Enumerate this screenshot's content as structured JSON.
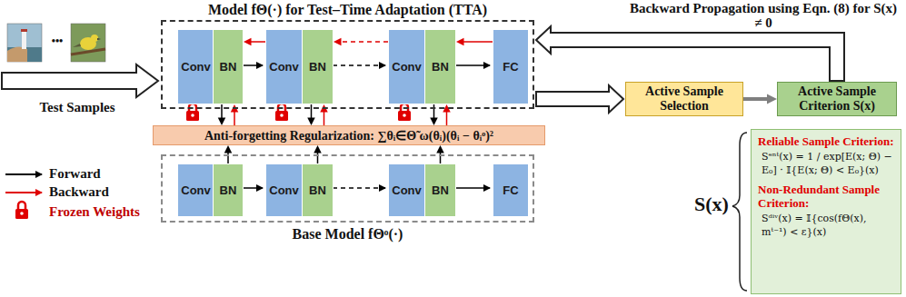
{
  "diagram": {
    "nodes": [
      {
        "text": [
          "Model fΘ(·) for Test–Time Adaptation (TTA)"
        ]
      },
      {
        "text": [
          "Conv"
        ],
        "in": 0
      },
      {
        "text": [
          "BN"
        ],
        "in": 0
      },
      {
        "text": [
          "Conv"
        ],
        "in": 0
      },
      {
        "text": [
          "BN"
        ],
        "in": 0
      },
      {
        "text": [
          "Conv"
        ],
        "in": 0
      },
      {
        "text": [
          "BN"
        ],
        "in": 0
      },
      {
        "text": [
          "FC"
        ],
        "in": 0
      },
      {
        "text": [
          "Anti-forgetting Regularization: ∑θᵢ∈Θ̃ ω(θᵢ)(θᵢ − θᵢᵒ)²"
        ]
      },
      {
        "text": [
          "Base Model fΘᵒ(·)"
        ]
      },
      {
        "text": [
          "Conv"
        ],
        "in": 9
      },
      {
        "text": [
          "BN"
        ],
        "in": 9
      },
      {
        "text": [
          "Conv"
        ],
        "in": 9
      },
      {
        "text": [
          "BN"
        ],
        "in": 9
      },
      {
        "text": [
          "Conv"
        ],
        "in": 9
      },
      {
        "text": [
          "BN"
        ],
        "in": 9
      },
      {
        "text": [
          "FC"
        ],
        "in": 9
      },
      {
        "text": [
          "Active Sample Selection"
        ]
      },
      {
        "text": [
          "Active Sample Criterion S(x)"
        ]
      },
      {
        "text": [
          "Reliable Sample Criterion:",
          "Sᵉⁿᵗ(x) = 1 / exp[E(x; Θ) − E₀] · 𝕀{E(x; Θ) < E₀}(x)",
          "Non-Redundant Sample Criterion:",
          "Sᵈⁱᵛ(x) = 𝕀{cos(fΘ(x), mᵗ⁻¹) < ε}(x)"
        ]
      }
    ],
    "edges": [
      {
        "from": 0,
        "to": 17,
        "arrow": "to"
      },
      {
        "from": 17,
        "to": 18,
        "arrow": "to"
      },
      {
        "from": 18,
        "to": 0,
        "arrow": "to",
        "label": "Backward Propagation using Eqn. (8) for S(x) ≠ 0"
      },
      {
        "from": 3,
        "to": 2,
        "arrow": "to"
      },
      {
        "from": 5,
        "to": 4,
        "arrow": "to"
      },
      {
        "from": 7,
        "to": 6,
        "arrow": "to"
      },
      {
        "from": 2,
        "to": 8,
        "arrow": "to"
      },
      {
        "from": 8,
        "to": 2,
        "arrow": "to"
      },
      {
        "from": 4,
        "to": 8,
        "arrow": "to"
      },
      {
        "from": 8,
        "to": 4,
        "arrow": "to"
      },
      {
        "from": 6,
        "to": 8,
        "arrow": "to"
      },
      {
        "from": 8,
        "to": 6,
        "arrow": "to"
      },
      {
        "from": 11,
        "to": 8,
        "arrow": "to"
      },
      {
        "from": 13,
        "to": 8,
        "arrow": "to"
      },
      {
        "from": 15,
        "to": 8,
        "arrow": "to"
      }
    ],
    "labels": [
      "Test Samples",
      "•••",
      "S(x)"
    ],
    "legend": [
      {
        "text": "Forward"
      },
      {
        "text": "Backward"
      },
      {
        "text": "Frozen Weights"
      }
    ]
  }
}
